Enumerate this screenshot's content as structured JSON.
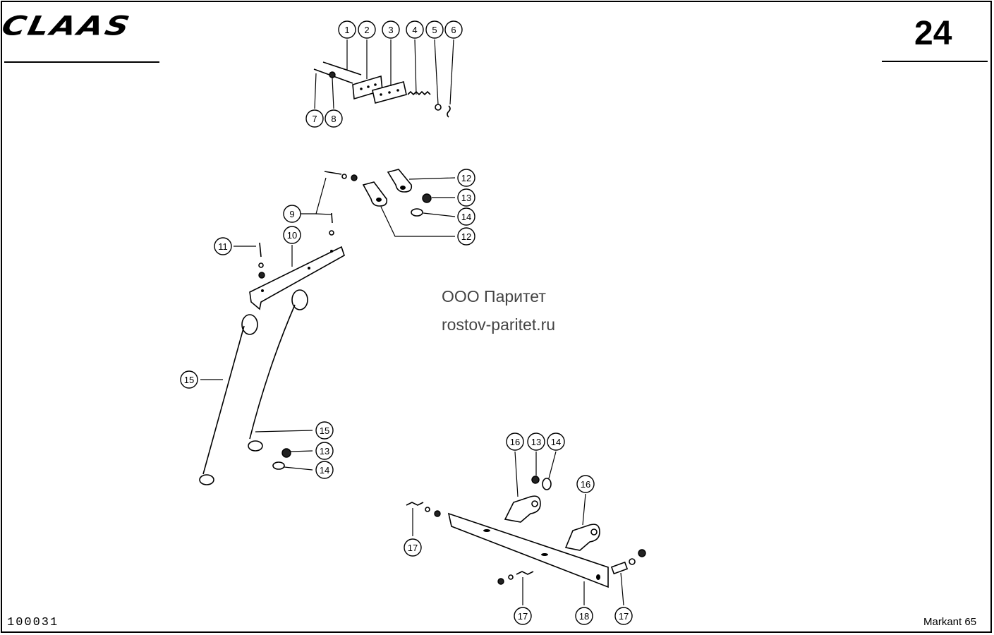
{
  "header": {
    "brand": "CLAAS",
    "page_number": "24"
  },
  "footer": {
    "doc_code": "100031",
    "model": "Markant 65"
  },
  "watermark": {
    "line1": "ООО Паритет",
    "line2": "rostov-paritet.ru"
  },
  "callouts": [
    {
      "id": "c1",
      "label": "1"
    },
    {
      "id": "c2",
      "label": "2"
    },
    {
      "id": "c3",
      "label": "3"
    },
    {
      "id": "c4",
      "label": "4"
    },
    {
      "id": "c5",
      "label": "5"
    },
    {
      "id": "c6",
      "label": "6"
    },
    {
      "id": "c7",
      "label": "7"
    },
    {
      "id": "c8",
      "label": "8"
    },
    {
      "id": "c9",
      "label": "9"
    },
    {
      "id": "c10",
      "label": "10"
    },
    {
      "id": "c11",
      "label": "11"
    },
    {
      "id": "c12a",
      "label": "12"
    },
    {
      "id": "c13a",
      "label": "13"
    },
    {
      "id": "c14a",
      "label": "14"
    },
    {
      "id": "c12b",
      "label": "12"
    },
    {
      "id": "c15a",
      "label": "15"
    },
    {
      "id": "c15b",
      "label": "15"
    },
    {
      "id": "c13b",
      "label": "13"
    },
    {
      "id": "c14b",
      "label": "14"
    },
    {
      "id": "c16a",
      "label": "16"
    },
    {
      "id": "c13c",
      "label": "13"
    },
    {
      "id": "c14c",
      "label": "14"
    },
    {
      "id": "c16b",
      "label": "16"
    },
    {
      "id": "c17a",
      "label": "17"
    },
    {
      "id": "c17b",
      "label": "17"
    },
    {
      "id": "c18",
      "label": "18"
    },
    {
      "id": "c17c",
      "label": "17"
    }
  ]
}
